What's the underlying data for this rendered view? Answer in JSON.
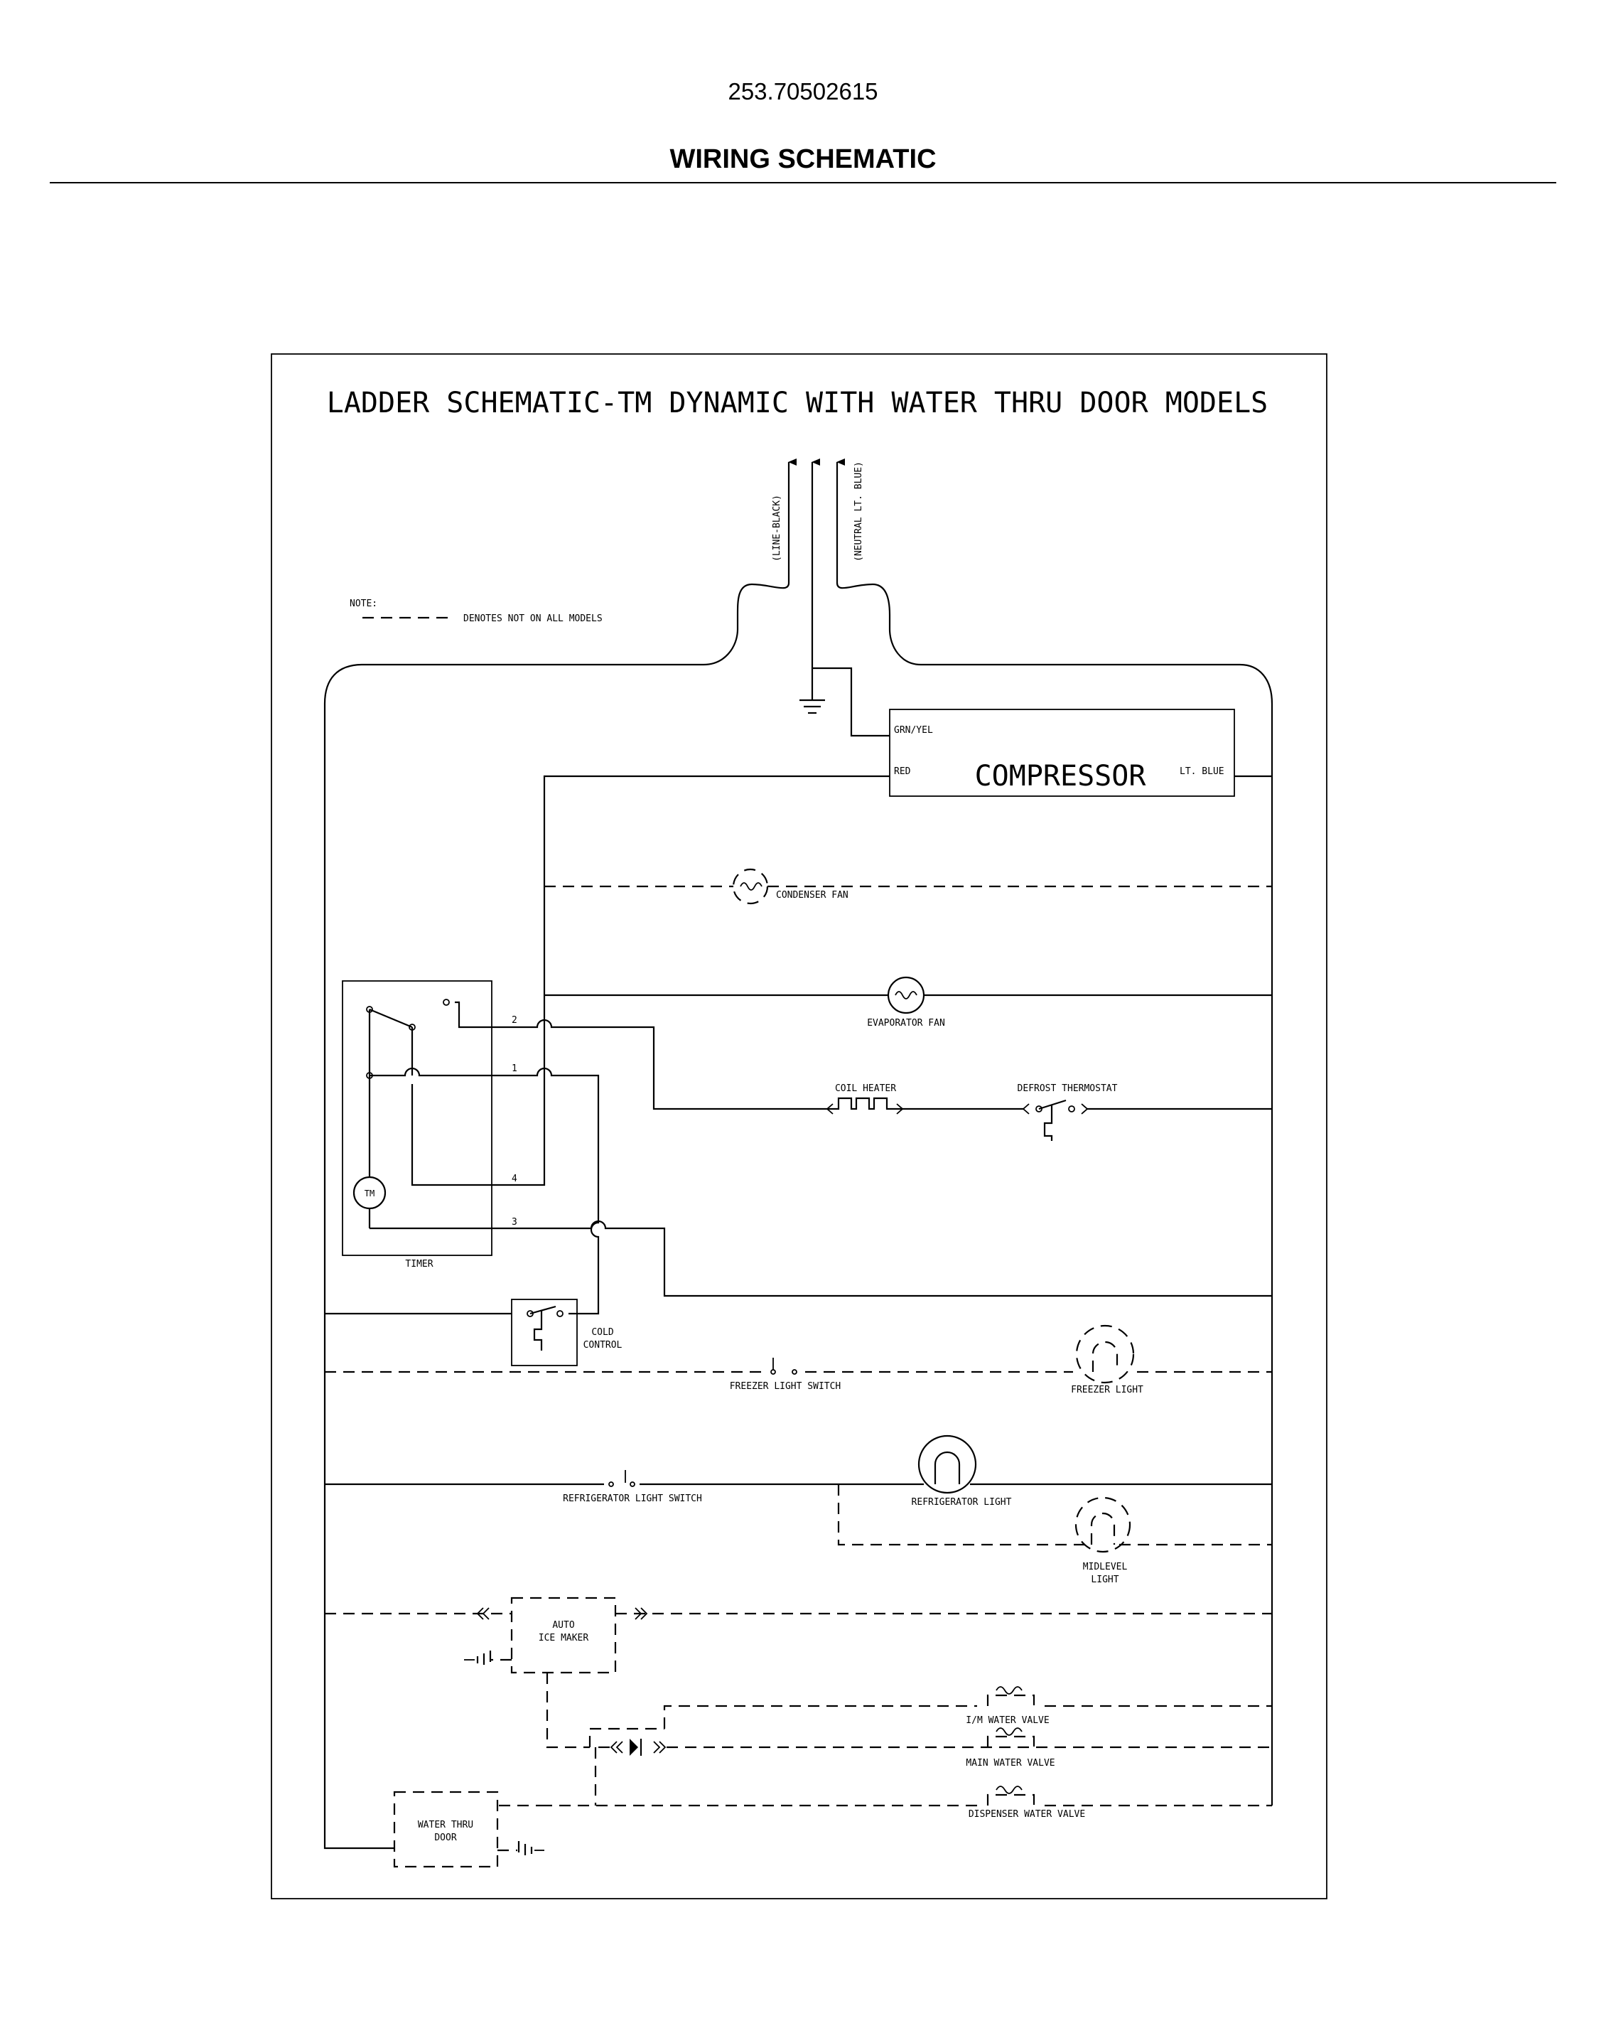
{
  "header": {
    "model_number": "253.70502615",
    "section_title": "WIRING SCHEMATIC"
  },
  "diagram": {
    "title": "LADDER SCHEMATIC-TM DYNAMIC WITH WATER THRU DOOR MODELS",
    "supply": {
      "line_label": "(LINE-BLACK)",
      "neutral_label": "(NEUTRAL LT. BLUE)"
    },
    "note": {
      "heading": "NOTE:",
      "text": "DENOTES NOT ON ALL MODELS"
    },
    "compressor": {
      "name": "COMPRESSOR",
      "wire_ground": "GRN/YEL",
      "wire_red": "RED",
      "wire_blue": "LT. BLUE"
    },
    "timer": {
      "label": "TIMER",
      "motor": "TM",
      "terminals": [
        "2",
        "1",
        "4",
        "3"
      ]
    },
    "components": {
      "condenser_fan": "CONDENSER FAN",
      "evaporator_fan": "EVAPORATOR FAN",
      "coil_heater": "COIL HEATER",
      "defrost_thermostat": "DEFROST THERMOSTAT",
      "cold_control_1": "COLD",
      "cold_control_2": "CONTROL",
      "freezer_light_switch": "FREEZER LIGHT SWITCH",
      "freezer_light": "FREEZER LIGHT",
      "refrigerator_light_switch": "REFRIGERATOR LIGHT SWITCH",
      "refrigerator_light": "REFRIGERATOR LIGHT",
      "midlevel_light_1": "MIDLEVEL",
      "midlevel_light_2": "LIGHT",
      "ice_maker_1": "AUTO",
      "ice_maker_2": "ICE MAKER",
      "im_water_valve": "I/M WATER VALVE",
      "main_water_valve": "MAIN WATER VALVE",
      "dispenser_water_valve": "DISPENSER WATER VALVE",
      "water_thru_door_1": "WATER THRU",
      "water_thru_door_2": "DOOR"
    }
  }
}
